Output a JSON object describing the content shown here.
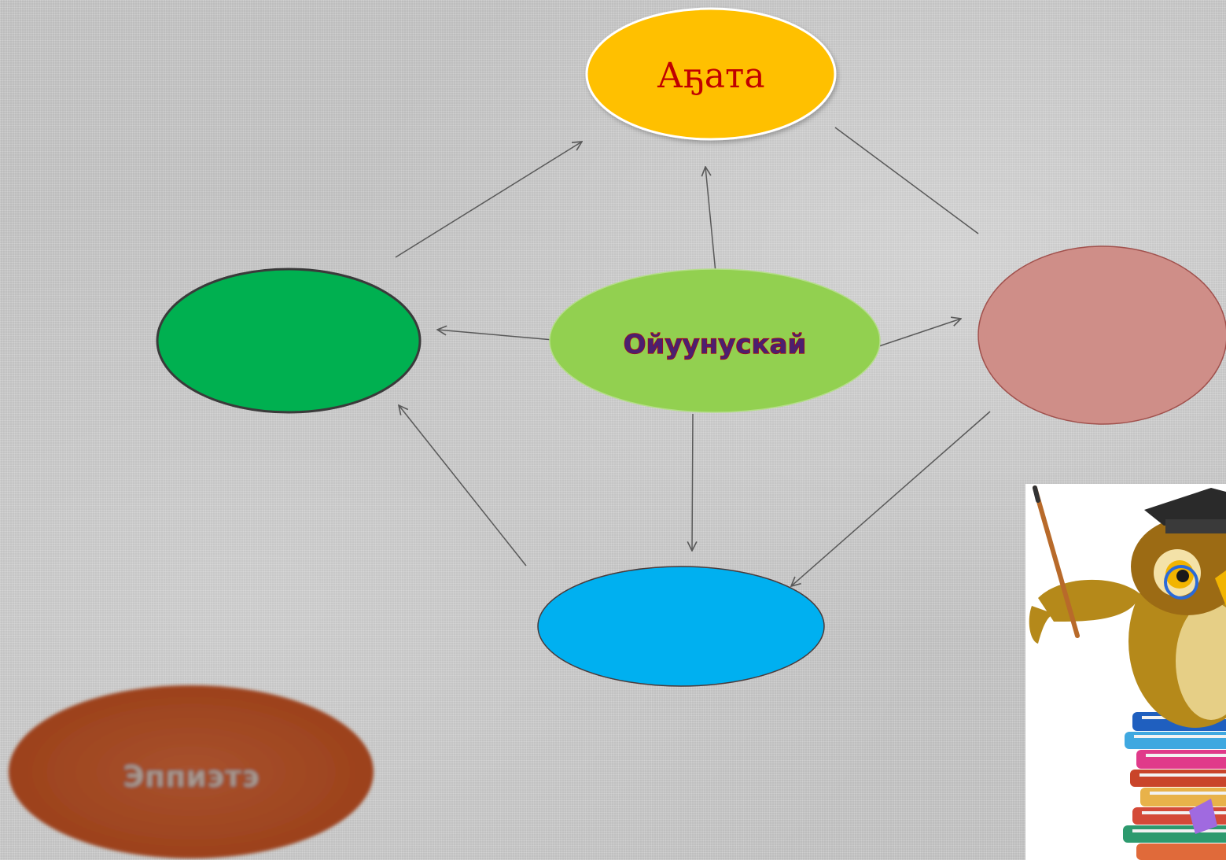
{
  "diagram": {
    "center": {
      "label": "Ойуунускай",
      "fill": "#92d050",
      "text_fill": "#5a1a6e",
      "text_stroke": "#c00000"
    },
    "top": {
      "label": "Аҕата",
      "fill": "#ffc000",
      "text_color": "#c00000"
    },
    "left": {
      "label": "",
      "fill": "#00b050"
    },
    "right": {
      "label": "",
      "fill": "#cf8e88"
    },
    "bottom": {
      "label": "",
      "fill": "#00b0f0"
    }
  },
  "button": {
    "label": "Эппиэтэ",
    "fill": "#a0421c"
  },
  "illustration": {
    "icon": "owl-teacher-on-books-icon"
  },
  "colors": {
    "background": "#c9c9c9",
    "connector": "#595959"
  }
}
